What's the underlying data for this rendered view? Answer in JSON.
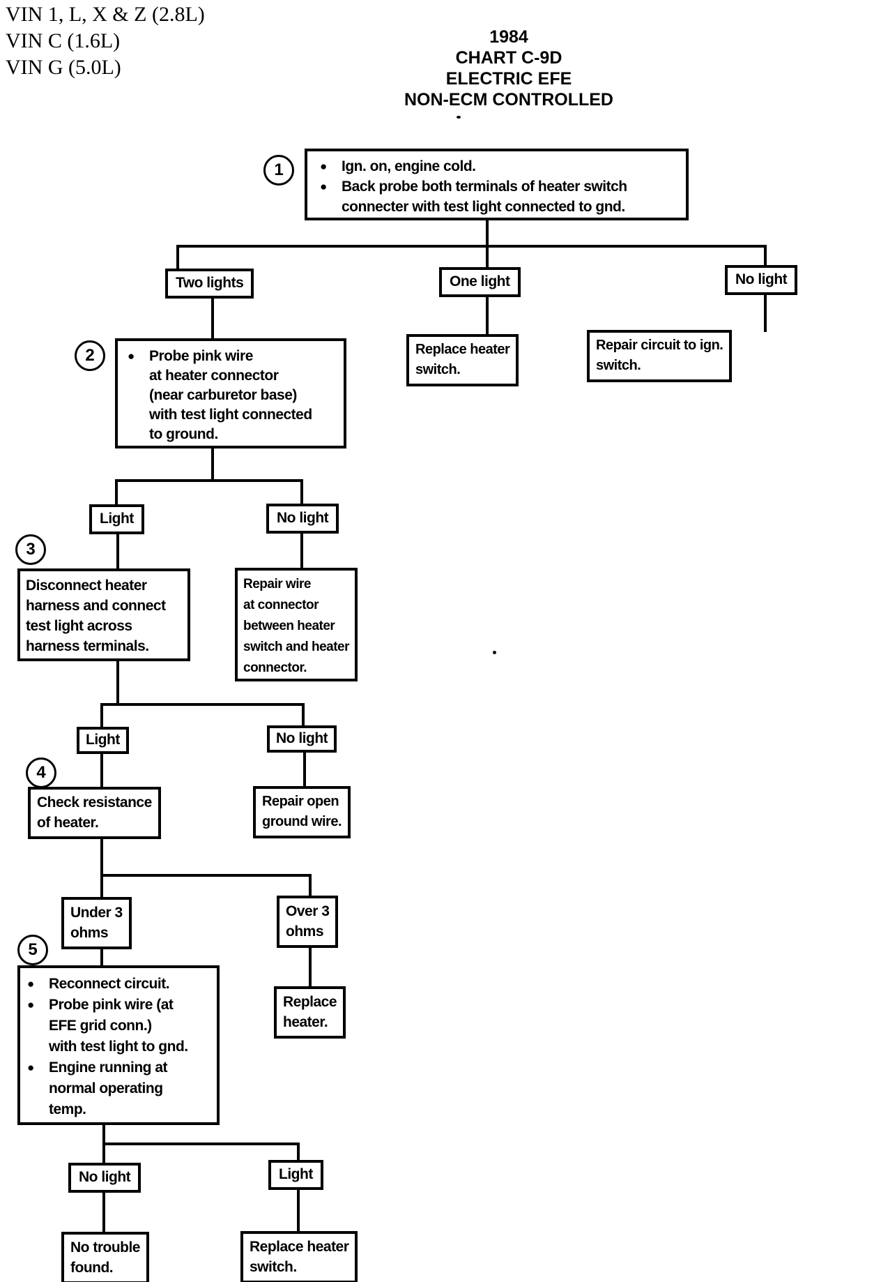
{
  "header": {
    "vin_lines": [
      "VIN 1, L, X & Z (2.8L)",
      "VIN C (1.6L)",
      "VIN G (5.0L)"
    ],
    "title_lines": [
      "1984",
      "CHART C-9D",
      "ELECTRIC EFE",
      "NON-ECM CONTROLLED"
    ]
  },
  "glyphs": {
    "bullet": "●"
  },
  "nodes": {
    "step1": {
      "number": "1",
      "lines": [
        {
          "bullet": true,
          "text": "Ign. on, engine cold."
        },
        {
          "bullet": true,
          "text": "Back probe both terminals of heater switch"
        },
        {
          "bullet": false,
          "text": "connecter with test light connected to gnd."
        }
      ]
    },
    "two_lights": {
      "label": "Two lights"
    },
    "one_light": {
      "label": "One light"
    },
    "no_light_top": {
      "label": "No light"
    },
    "replace_heater_switch_top": {
      "lines": [
        "Replace heater",
        "switch."
      ]
    },
    "repair_ign_switch": {
      "lines": [
        "Repair circuit to ign.",
        "switch."
      ]
    },
    "step2": {
      "number": "2",
      "lines": [
        {
          "bullet": true,
          "text": "Probe pink wire"
        },
        {
          "bullet": false,
          "text": "at heater connector"
        },
        {
          "bullet": false,
          "text": "(near carburetor base)"
        },
        {
          "bullet": false,
          "text": "with test light connected"
        },
        {
          "bullet": false,
          "text": "to ground."
        }
      ]
    },
    "light_row2": {
      "label": "Light"
    },
    "no_light_row2": {
      "label": "No light"
    },
    "step3": {
      "number": "3",
      "lines": [
        "Disconnect heater",
        "harness and connect",
        "test light across",
        "harness terminals."
      ]
    },
    "repair_wire": {
      "lines": [
        "Repair wire",
        "at connector",
        "between heater",
        "switch and heater",
        "connector."
      ]
    },
    "light_row3": {
      "label": "Light"
    },
    "no_light_row3": {
      "label": "No light"
    },
    "step4": {
      "number": "4",
      "lines": [
        "Check resistance",
        "of heater."
      ]
    },
    "repair_open_ground": {
      "lines": [
        "Repair open",
        "ground wire."
      ]
    },
    "under_3_ohms": {
      "lines": [
        "Under 3",
        "ohms"
      ]
    },
    "over_3_ohms": {
      "lines": [
        "Over 3",
        "ohms"
      ]
    },
    "step5": {
      "number": "5",
      "lines": [
        {
          "bullet": true,
          "text": "Reconnect circuit."
        },
        {
          "bullet": true,
          "text": "Probe pink wire (at"
        },
        {
          "bullet": false,
          "text": "EFE grid conn.)"
        },
        {
          "bullet": false,
          "text": "with test light to gnd."
        },
        {
          "bullet": true,
          "text": "Engine running at"
        },
        {
          "bullet": false,
          "text": "normal operating"
        },
        {
          "bullet": false,
          "text": "temp."
        }
      ]
    },
    "replace_heater": {
      "lines": [
        "Replace",
        "heater."
      ]
    },
    "no_light_row5": {
      "label": "No light"
    },
    "light_row5": {
      "label": "Light"
    },
    "no_trouble_found": {
      "lines": [
        "No trouble",
        "found."
      ]
    },
    "replace_heater_switch_bottom": {
      "lines": [
        "Replace heater",
        "switch."
      ]
    }
  }
}
